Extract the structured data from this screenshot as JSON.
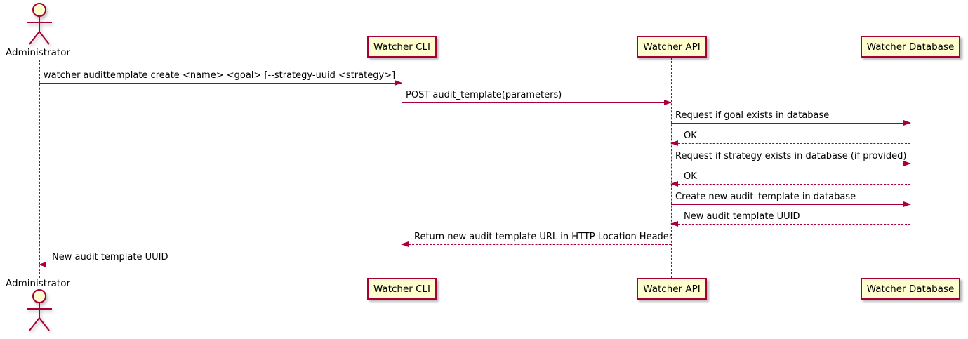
{
  "diagram_type": "sequence-diagram",
  "actors": {
    "administrator": {
      "label": "Administrator"
    }
  },
  "participants": [
    {
      "id": "watcher-cli",
      "label": "Watcher CLI"
    },
    {
      "id": "watcher-api",
      "label": "Watcher API"
    },
    {
      "id": "watcher-database",
      "label": "Watcher Database"
    }
  ],
  "messages": [
    {
      "from": "Administrator",
      "to": "Watcher CLI",
      "type": "solid-arrow",
      "label": "watcher audittemplate create <name> <goal> [--strategy-uuid <strategy>]"
    },
    {
      "from": "Watcher CLI",
      "to": "Watcher API",
      "type": "solid-arrow",
      "label": "POST audit_template(parameters)"
    },
    {
      "from": "Watcher API",
      "to": "Watcher Database",
      "type": "solid-arrow",
      "label": "Request if goal exists in database"
    },
    {
      "from": "Watcher Database",
      "to": "Watcher API",
      "type": "dashed-arrow",
      "label": "OK"
    },
    {
      "from": "Watcher API",
      "to": "Watcher Database",
      "type": "solid-arrow",
      "label": "Request if strategy exists in database (if provided)"
    },
    {
      "from": "Watcher Database",
      "to": "Watcher API",
      "type": "dashed-arrow",
      "label": "OK"
    },
    {
      "from": "Watcher API",
      "to": "Watcher Database",
      "type": "solid-arrow",
      "label": "Create new audit_template in database"
    },
    {
      "from": "Watcher Database",
      "to": "Watcher API",
      "type": "dashed-arrow",
      "label": "New audit template UUID"
    },
    {
      "from": "Watcher API",
      "to": "Watcher CLI",
      "type": "dashed-arrow",
      "label": "Return new audit template URL in HTTP Location Header"
    },
    {
      "from": "Watcher CLI",
      "to": "Administrator",
      "type": "dashed-arrow",
      "label": "New audit template UUID"
    }
  ],
  "colors": {
    "participant_fill": "#FEFECE",
    "stroke": "#A80036",
    "text": "#000000",
    "background": "#FFFFFF"
  }
}
